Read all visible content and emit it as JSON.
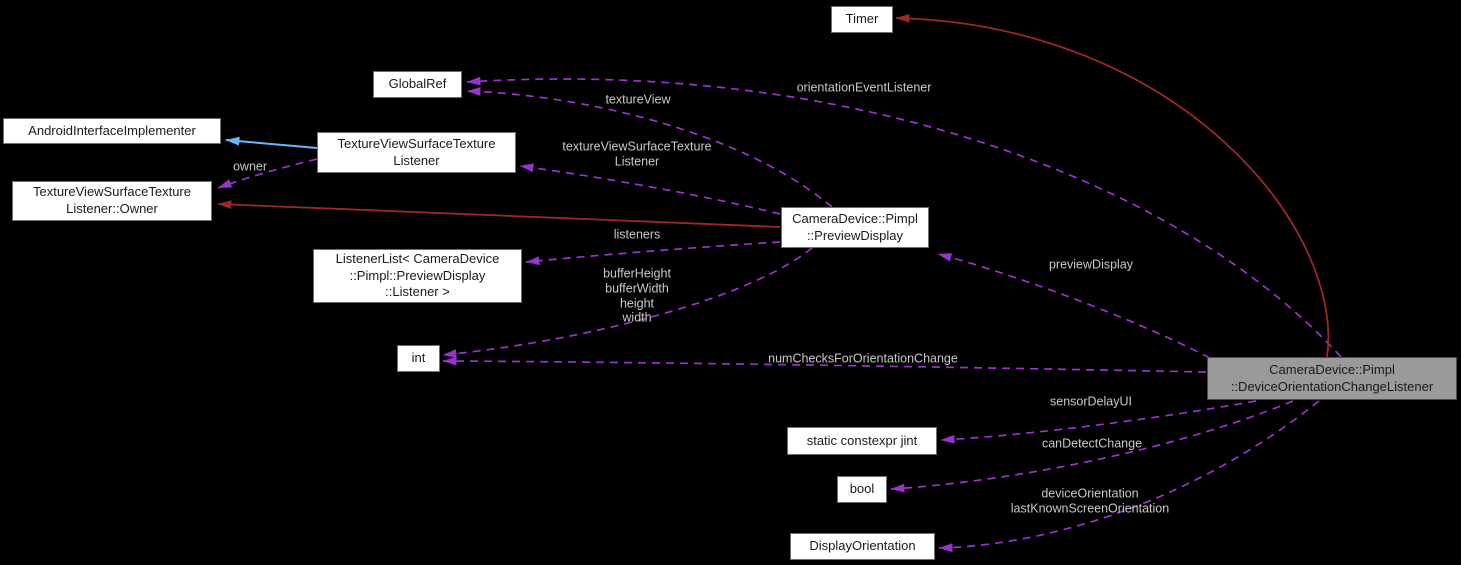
{
  "colors": {
    "background": "#000000",
    "node_fill": "#ffffff",
    "node_border": "#6e6e6e",
    "node_text": "#1a1a1a",
    "highlight_fill": "#9a9a9a",
    "highlight_border": "#4d4d4d",
    "usage_edge": "#9a32cd",
    "private_inherit_edge": "#9e2828",
    "public_inherit_edge": "#63b8ff",
    "edge_label": "#c8c8c8"
  },
  "nodes": {
    "timer": {
      "label": "Timer"
    },
    "global_ref": {
      "label": "GlobalRef"
    },
    "android_interface_implementer": {
      "label": "AndroidInterfaceImplementer"
    },
    "texture_view_surface_texture_listener": {
      "label": "TextureViewSurfaceTexture\nListener"
    },
    "texture_view_surface_texture_listener_owner": {
      "label": "TextureViewSurfaceTexture\nListener::Owner"
    },
    "preview_display": {
      "label": "CameraDevice::Pimpl\n::PreviewDisplay"
    },
    "listener_list": {
      "label": "ListenerList< CameraDevice\n::Pimpl::PreviewDisplay\n::Listener >"
    },
    "int": {
      "label": "int"
    },
    "device_orientation_change_listener": {
      "label": "CameraDevice::Pimpl\n::DeviceOrientationChangeListener",
      "highlighted": true
    },
    "jint": {
      "label": "static constexpr jint"
    },
    "bool": {
      "label": "bool"
    },
    "display_orientation": {
      "label": "DisplayOrientation"
    }
  },
  "edge_labels": {
    "orientation_event_listener": "orientationEventListener",
    "texture_view": "textureView",
    "texture_view_surface_texture_listener": "textureViewSurfaceTexture\nListener",
    "owner": "owner",
    "listeners": "listeners",
    "buffer_fields": "bufferHeight\nbufferWidth\nheight\nwidth",
    "preview_display": "previewDisplay",
    "num_checks": "numChecksForOrientationChange",
    "sensor_delay_ui": "sensorDelayUI",
    "can_detect_change": "canDetectChange",
    "device_orientation_fields": "deviceOrientation\nlastKnownScreenOrientation"
  },
  "edges": [
    {
      "from": "device_orientation_change_listener",
      "to": "global_ref",
      "label": "orientationEventListener",
      "type": "usage"
    },
    {
      "from": "preview_display",
      "to": "global_ref",
      "label": "textureView",
      "type": "usage"
    },
    {
      "from": "preview_display",
      "to": "texture_view_surface_texture_listener",
      "label": "textureViewSurfaceTexture Listener",
      "type": "usage"
    },
    {
      "from": "texture_view_surface_texture_listener",
      "to": "texture_view_surface_texture_listener_owner",
      "label": "owner",
      "type": "usage"
    },
    {
      "from": "texture_view_surface_texture_listener",
      "to": "android_interface_implementer",
      "label": "",
      "type": "public-inheritance"
    },
    {
      "from": "preview_display",
      "to": "texture_view_surface_texture_listener_owner",
      "label": "",
      "type": "private-inheritance"
    },
    {
      "from": "preview_display",
      "to": "listener_list",
      "label": "listeners",
      "type": "usage"
    },
    {
      "from": "preview_display",
      "to": "int",
      "label": "bufferHeight bufferWidth height width",
      "type": "usage"
    },
    {
      "from": "device_orientation_change_listener",
      "to": "int",
      "label": "numChecksForOrientationChange",
      "type": "usage"
    },
    {
      "from": "device_orientation_change_listener",
      "to": "preview_display",
      "label": "previewDisplay",
      "type": "usage"
    },
    {
      "from": "device_orientation_change_listener",
      "to": "timer",
      "label": "",
      "type": "private-inheritance"
    },
    {
      "from": "device_orientation_change_listener",
      "to": "jint",
      "label": "sensorDelayUI",
      "type": "usage"
    },
    {
      "from": "device_orientation_change_listener",
      "to": "bool",
      "label": "canDetectChange",
      "type": "usage"
    },
    {
      "from": "device_orientation_change_listener",
      "to": "display_orientation",
      "label": "deviceOrientation lastKnownScreenOrientation",
      "type": "usage"
    }
  ]
}
